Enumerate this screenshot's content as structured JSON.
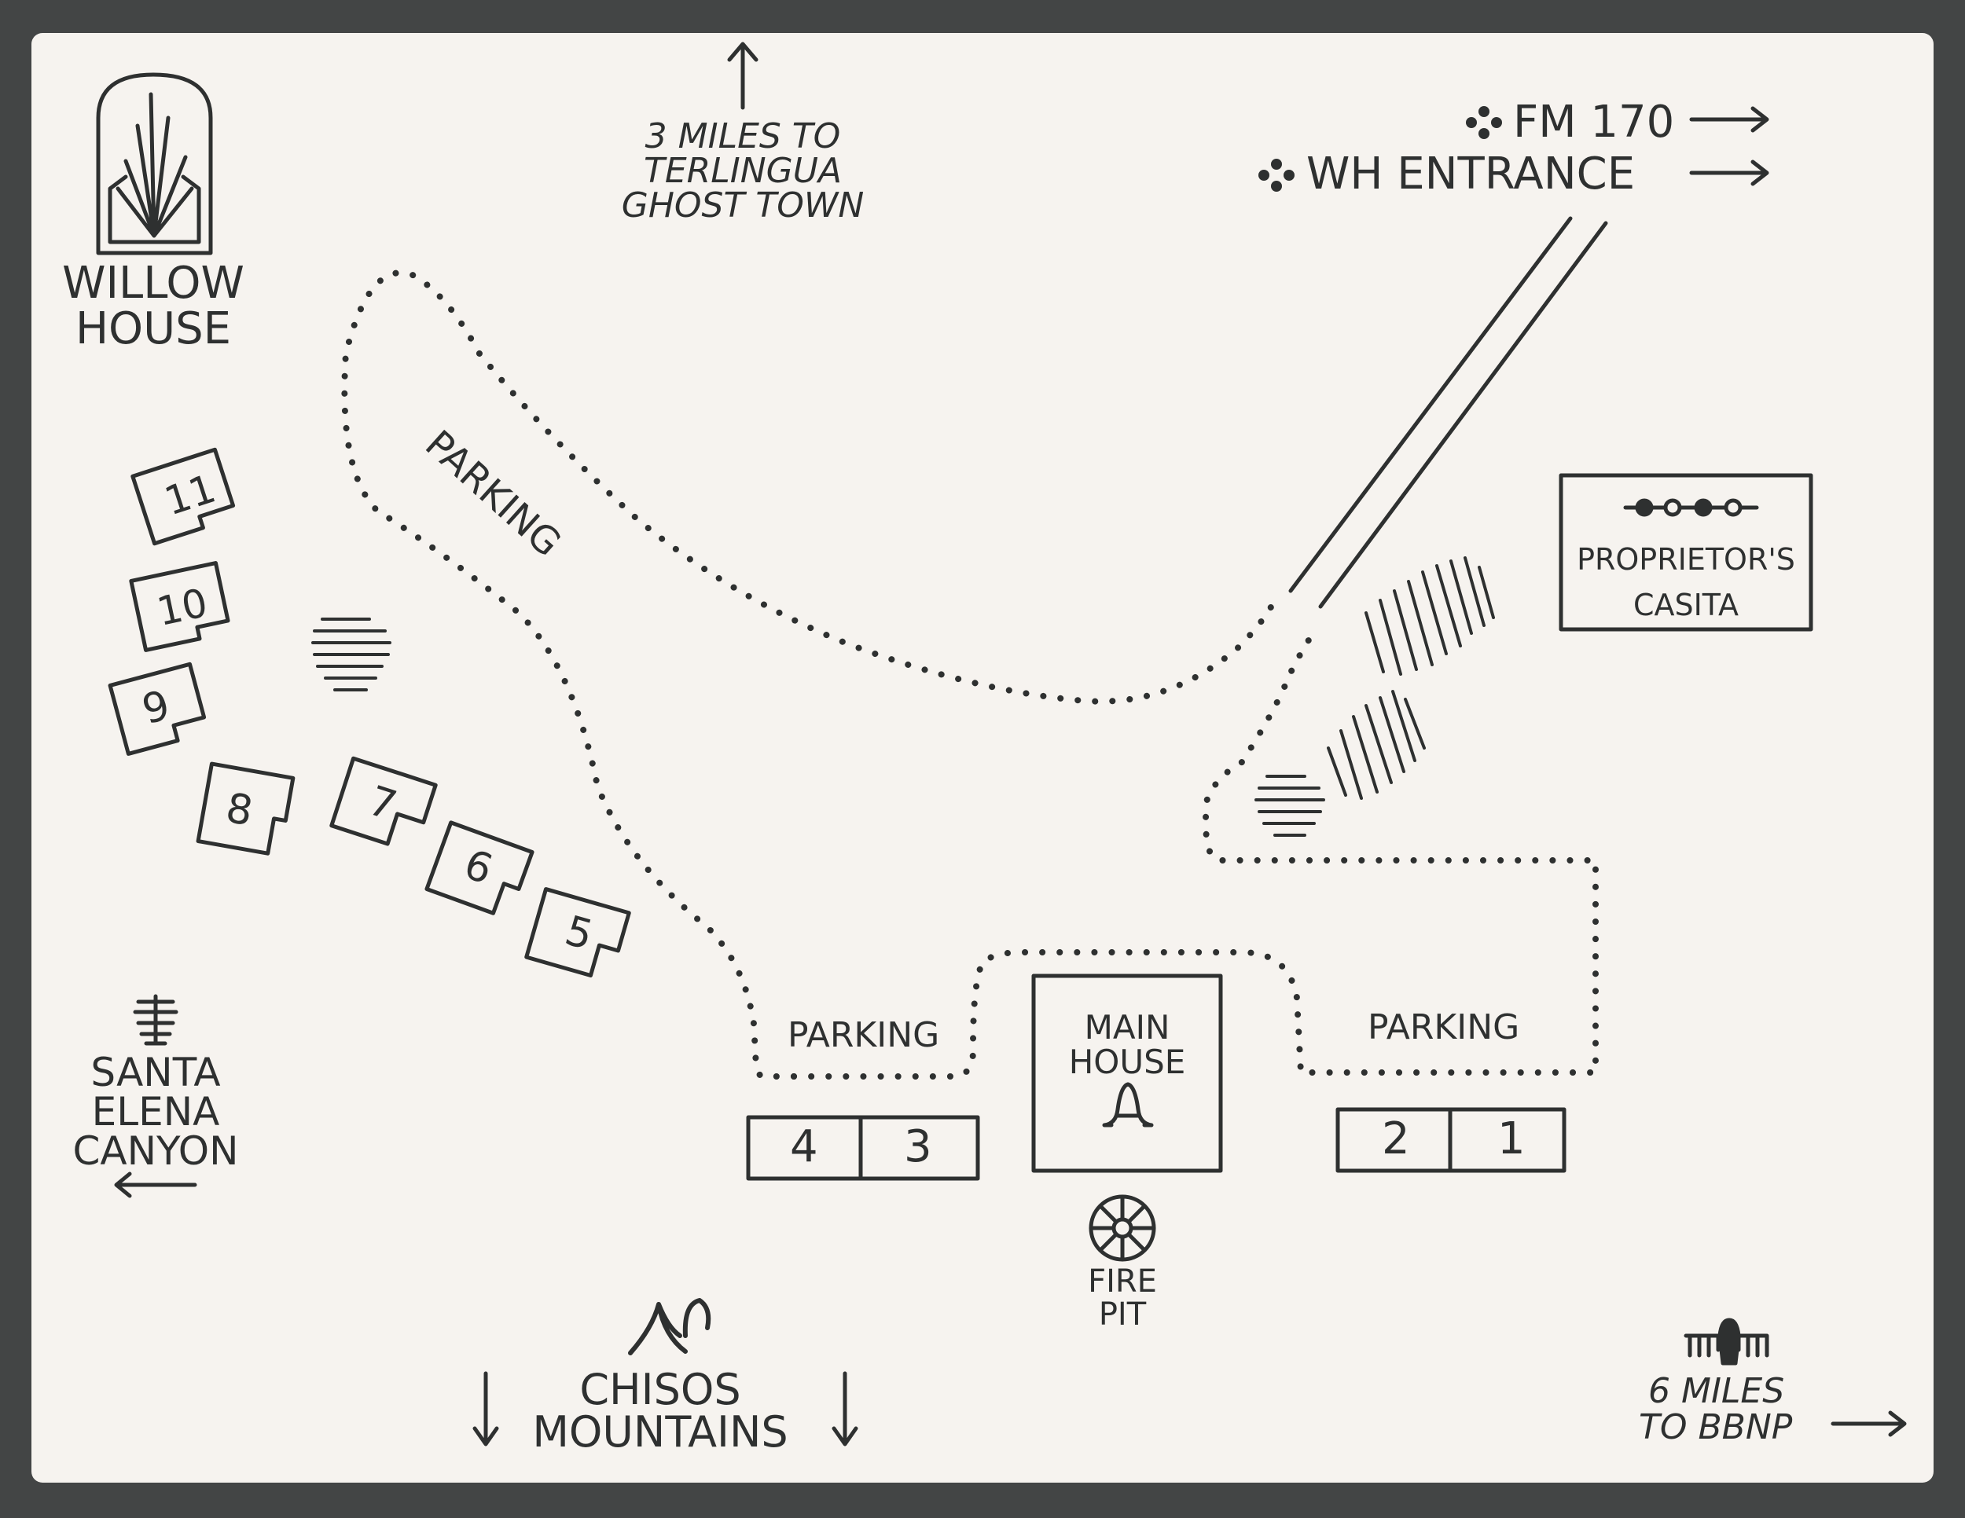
{
  "map": {
    "landmarks": {
      "willow_house": [
        "WILLOW",
        "HOUSE"
      ],
      "terlingua": [
        "3 MILES TO",
        "TERLINGUA",
        "GHOST TOWN"
      ],
      "fm170": "FM 170",
      "wh_entrance": "WH ENTRANCE",
      "proprietors_casita": [
        "PROPRIETOR'S",
        "CASITA"
      ],
      "main_house": [
        "MAIN",
        "HOUSE"
      ],
      "fire_pit": [
        "FIRE",
        "PIT"
      ],
      "santa_elena": [
        "SANTA",
        "ELENA",
        "CANYON"
      ],
      "chisos": [
        "CHISOS",
        "MOUNTAINS"
      ],
      "bbnp": [
        "6 MILES",
        "TO BBNP"
      ]
    },
    "parking": {
      "north": "PARKING",
      "center": "PARKING",
      "east": "PARKING"
    },
    "units": [
      "1",
      "2",
      "3",
      "4",
      "5",
      "6",
      "7",
      "8",
      "9",
      "10",
      "11"
    ],
    "colors": {
      "ink": "#2e3030",
      "paper": "#f6f3ef",
      "frame": "#434545"
    },
    "icons": [
      "willow-tree-icon",
      "saguaro-icon",
      "fire-pit-icon",
      "mountain-icon",
      "thunderbird-icon",
      "ocotillo-icon"
    ]
  }
}
